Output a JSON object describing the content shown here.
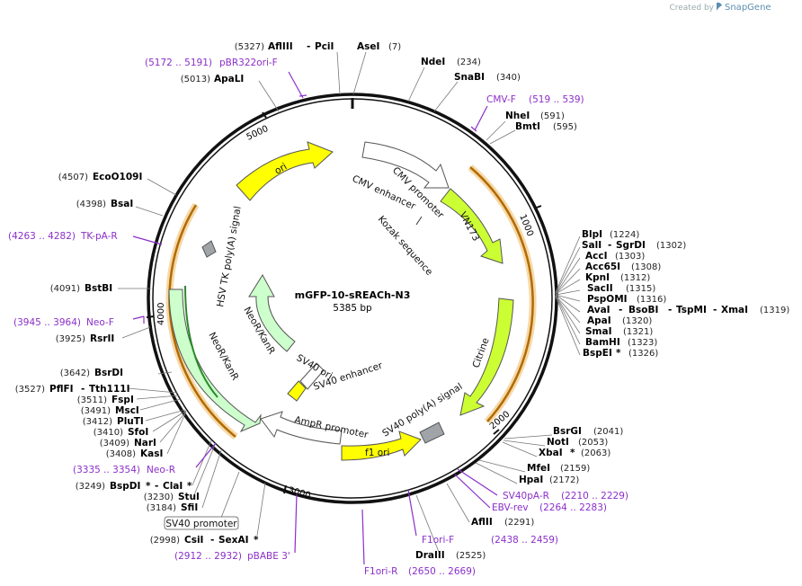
{
  "brand": {
    "created_by": "Created by",
    "name": "SnapGene"
  },
  "map": {
    "title": "mGFP-10-sREACh-N3",
    "size": "5385 bp"
  },
  "ticks": [
    "1000",
    "2000",
    "3000",
    "4000",
    "5000"
  ],
  "features": {
    "cmv_enhancer": "CMV enhancer",
    "cmv_promoter": "CMV promoter",
    "vn173": "VN173",
    "kozak": "Kozak sequence",
    "citrine": "Citrine",
    "sv40_polya": "SV40 poly(A) signal",
    "f1_ori": "f1 ori",
    "ampr_promoter": "AmpR promoter",
    "sv40_ori": "SV40 ori",
    "sv40_enhancer": "SV40 enhancer",
    "neor_kanr_inner": "NeoR/KanR",
    "neor_kanr_outer": "NeoR/KanR",
    "hsv_tk_polya": "HSV TK poly(A) signal",
    "ori": "ori",
    "sv40_promoter_box": "SV40 promoter"
  },
  "enzymes": {
    "top": [
      {
        "pos": "(5327)",
        "name": "AflIII",
        "sep": "-",
        "name2": "PciI"
      },
      {
        "name": "AseI",
        "pos": "(7)"
      },
      {
        "name": "NdeI",
        "pos": "(234)"
      },
      {
        "name": "SnaBI",
        "pos": "(340)"
      },
      {
        "name": "NheI",
        "pos": "(591)"
      },
      {
        "name": "BmtI",
        "pos": "(595)"
      },
      {
        "pos": "(5013)",
        "name": "ApaLI"
      }
    ],
    "right": [
      {
        "name": "BlpI",
        "pos": "(1224)"
      },
      {
        "name": "SalI",
        "sep": "-",
        "name2": "SgrDI",
        "pos": "(1302)"
      },
      {
        "name": "AccI",
        "pos": "(1303)"
      },
      {
        "name": "Acc65I",
        "pos": "(1308)"
      },
      {
        "name": "KpnI",
        "pos": "(1312)"
      },
      {
        "name": "SacII",
        "pos": "(1315)"
      },
      {
        "name": "PspOMI",
        "pos": "(1316)"
      },
      {
        "name": "AvaI",
        "sep": "-",
        "name2": "BsoBI",
        "sep2": "-",
        "name3": "TspMI",
        "sep3": "-",
        "name4": "XmaI",
        "pos": "(1319)"
      },
      {
        "name": "ApaI",
        "pos": "(1320)"
      },
      {
        "name": "SmaI",
        "pos": "(1321)"
      },
      {
        "name": "BamHI",
        "pos": "(1323)"
      },
      {
        "name": "BspEI",
        "star": "*",
        "pos": "(1326)"
      },
      {
        "name": "BsrGI",
        "pos": "(2041)"
      },
      {
        "name": "NotI",
        "pos": "(2053)"
      },
      {
        "name": "XbaI",
        "star": "*",
        "pos": "(2063)"
      },
      {
        "name": "MfeI",
        "pos": "(2159)"
      },
      {
        "name": "HpaI",
        "pos": "(2172)"
      },
      {
        "name": "AflII",
        "pos": "(2291)"
      },
      {
        "name": "DraIII",
        "pos": "(2525)"
      }
    ],
    "left": [
      {
        "pos": "(4507)",
        "name": "EcoO109I"
      },
      {
        "pos": "(4398)",
        "name": "BsaI"
      },
      {
        "pos": "(4091)",
        "name": "BstBI"
      },
      {
        "pos": "(3925)",
        "name": "RsrII"
      },
      {
        "pos": "(3642)",
        "name": "BsrDI"
      },
      {
        "pos": "(3527)",
        "name": "PflFI",
        "sep": "-",
        "name2": "Tth111I"
      },
      {
        "pos": "(3511)",
        "name": "FspI"
      },
      {
        "pos": "(3491)",
        "name": "MscI"
      },
      {
        "pos": "(3412)",
        "name": "PluTI"
      },
      {
        "pos": "(3410)",
        "name": "SfoI"
      },
      {
        "pos": "(3409)",
        "name": "NarI"
      },
      {
        "pos": "(3408)",
        "name": "KasI"
      },
      {
        "pos": "(3249)",
        "name": "BspDI",
        "star": "*",
        "sep": "-",
        "name2": "ClaI",
        "star2": "*"
      },
      {
        "pos": "(3230)",
        "name": "StuI"
      },
      {
        "pos": "(3184)",
        "name": "SfiI"
      },
      {
        "pos": "(2998)",
        "name": "CsiI",
        "sep": "-",
        "name2": "SexAI",
        "star": "*"
      }
    ]
  },
  "primers": [
    {
      "range": "(5172 .. 5191)",
      "name": "pBR322ori-F"
    },
    {
      "name": "CMV-F",
      "range": "(519 .. 539)"
    },
    {
      "range": "(4263 .. 4282)",
      "name": "TK-pA-R"
    },
    {
      "range": "(3945 .. 3964)",
      "name": "Neo-F"
    },
    {
      "range": "(3335 .. 3354)",
      "name": "Neo-R"
    },
    {
      "name": "SV40pA-R",
      "range": "(2210 .. 2229)"
    },
    {
      "name": "EBV-rev",
      "range": "(2264 .. 2283)"
    },
    {
      "name": "F1ori-F",
      "range": "(2438 .. 2459)"
    },
    {
      "range": "(2912 .. 2932)",
      "name": "pBABE 3'"
    },
    {
      "name": "F1ori-R",
      "range": "(2650 .. 2669)"
    }
  ],
  "colors": {
    "backbone": "#111111",
    "primer": "#8b2fc9",
    "ori": "#ffff00",
    "citrine": "#ccff33",
    "neor": "#ccffcc",
    "promoter": "#ffffff",
    "orange_orf": "#e8901e",
    "terminator": "#a0a4a8"
  }
}
